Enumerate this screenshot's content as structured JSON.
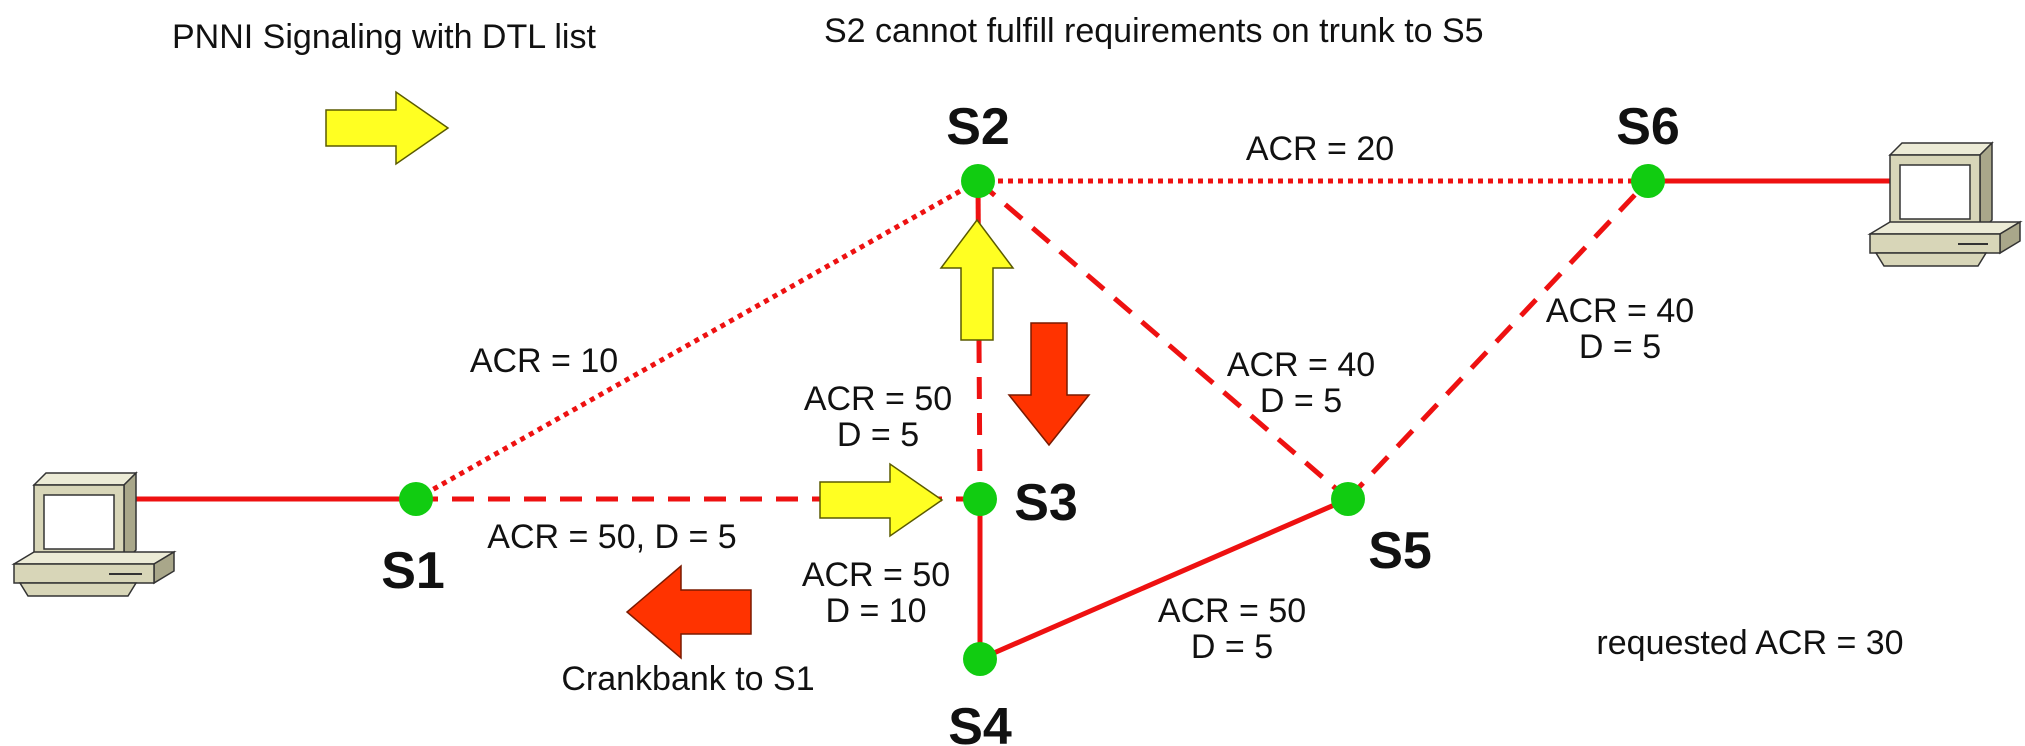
{
  "header": {
    "left_caption": "PNNI Signaling with DTL list",
    "top_caption": "S2 cannot fulfill requirements on trunk to S5"
  },
  "nodes": {
    "s1": "S1",
    "s2": "S2",
    "s3": "S3",
    "s4": "S4",
    "s5": "S5",
    "s6": "S6"
  },
  "links": {
    "s1_s2": "ACR = 10",
    "s2_s6": "ACR = 20",
    "s1_s3": "ACR = 50, D = 5",
    "s2_s3": [
      "ACR = 50",
      "D = 5"
    ],
    "s2_s5": [
      "ACR = 40",
      "D = 5"
    ],
    "s5_s6": [
      "ACR = 40",
      "D = 5"
    ],
    "s3_s4": [
      "ACR = 50",
      "D = 10"
    ],
    "s4_s5": [
      "ACR = 50",
      "D = 5"
    ]
  },
  "annotations": {
    "crankback": "Crankbank to S1",
    "requested": "requested ACR = 30"
  },
  "colors": {
    "link": "#ee1111",
    "node": "#11cc11",
    "forward_arrow": "#ffff22",
    "crankback_arrow": "#ff3300",
    "computer_body": "#d8d6b8"
  },
  "icons": [
    "computer-icon-left",
    "computer-icon-right"
  ]
}
